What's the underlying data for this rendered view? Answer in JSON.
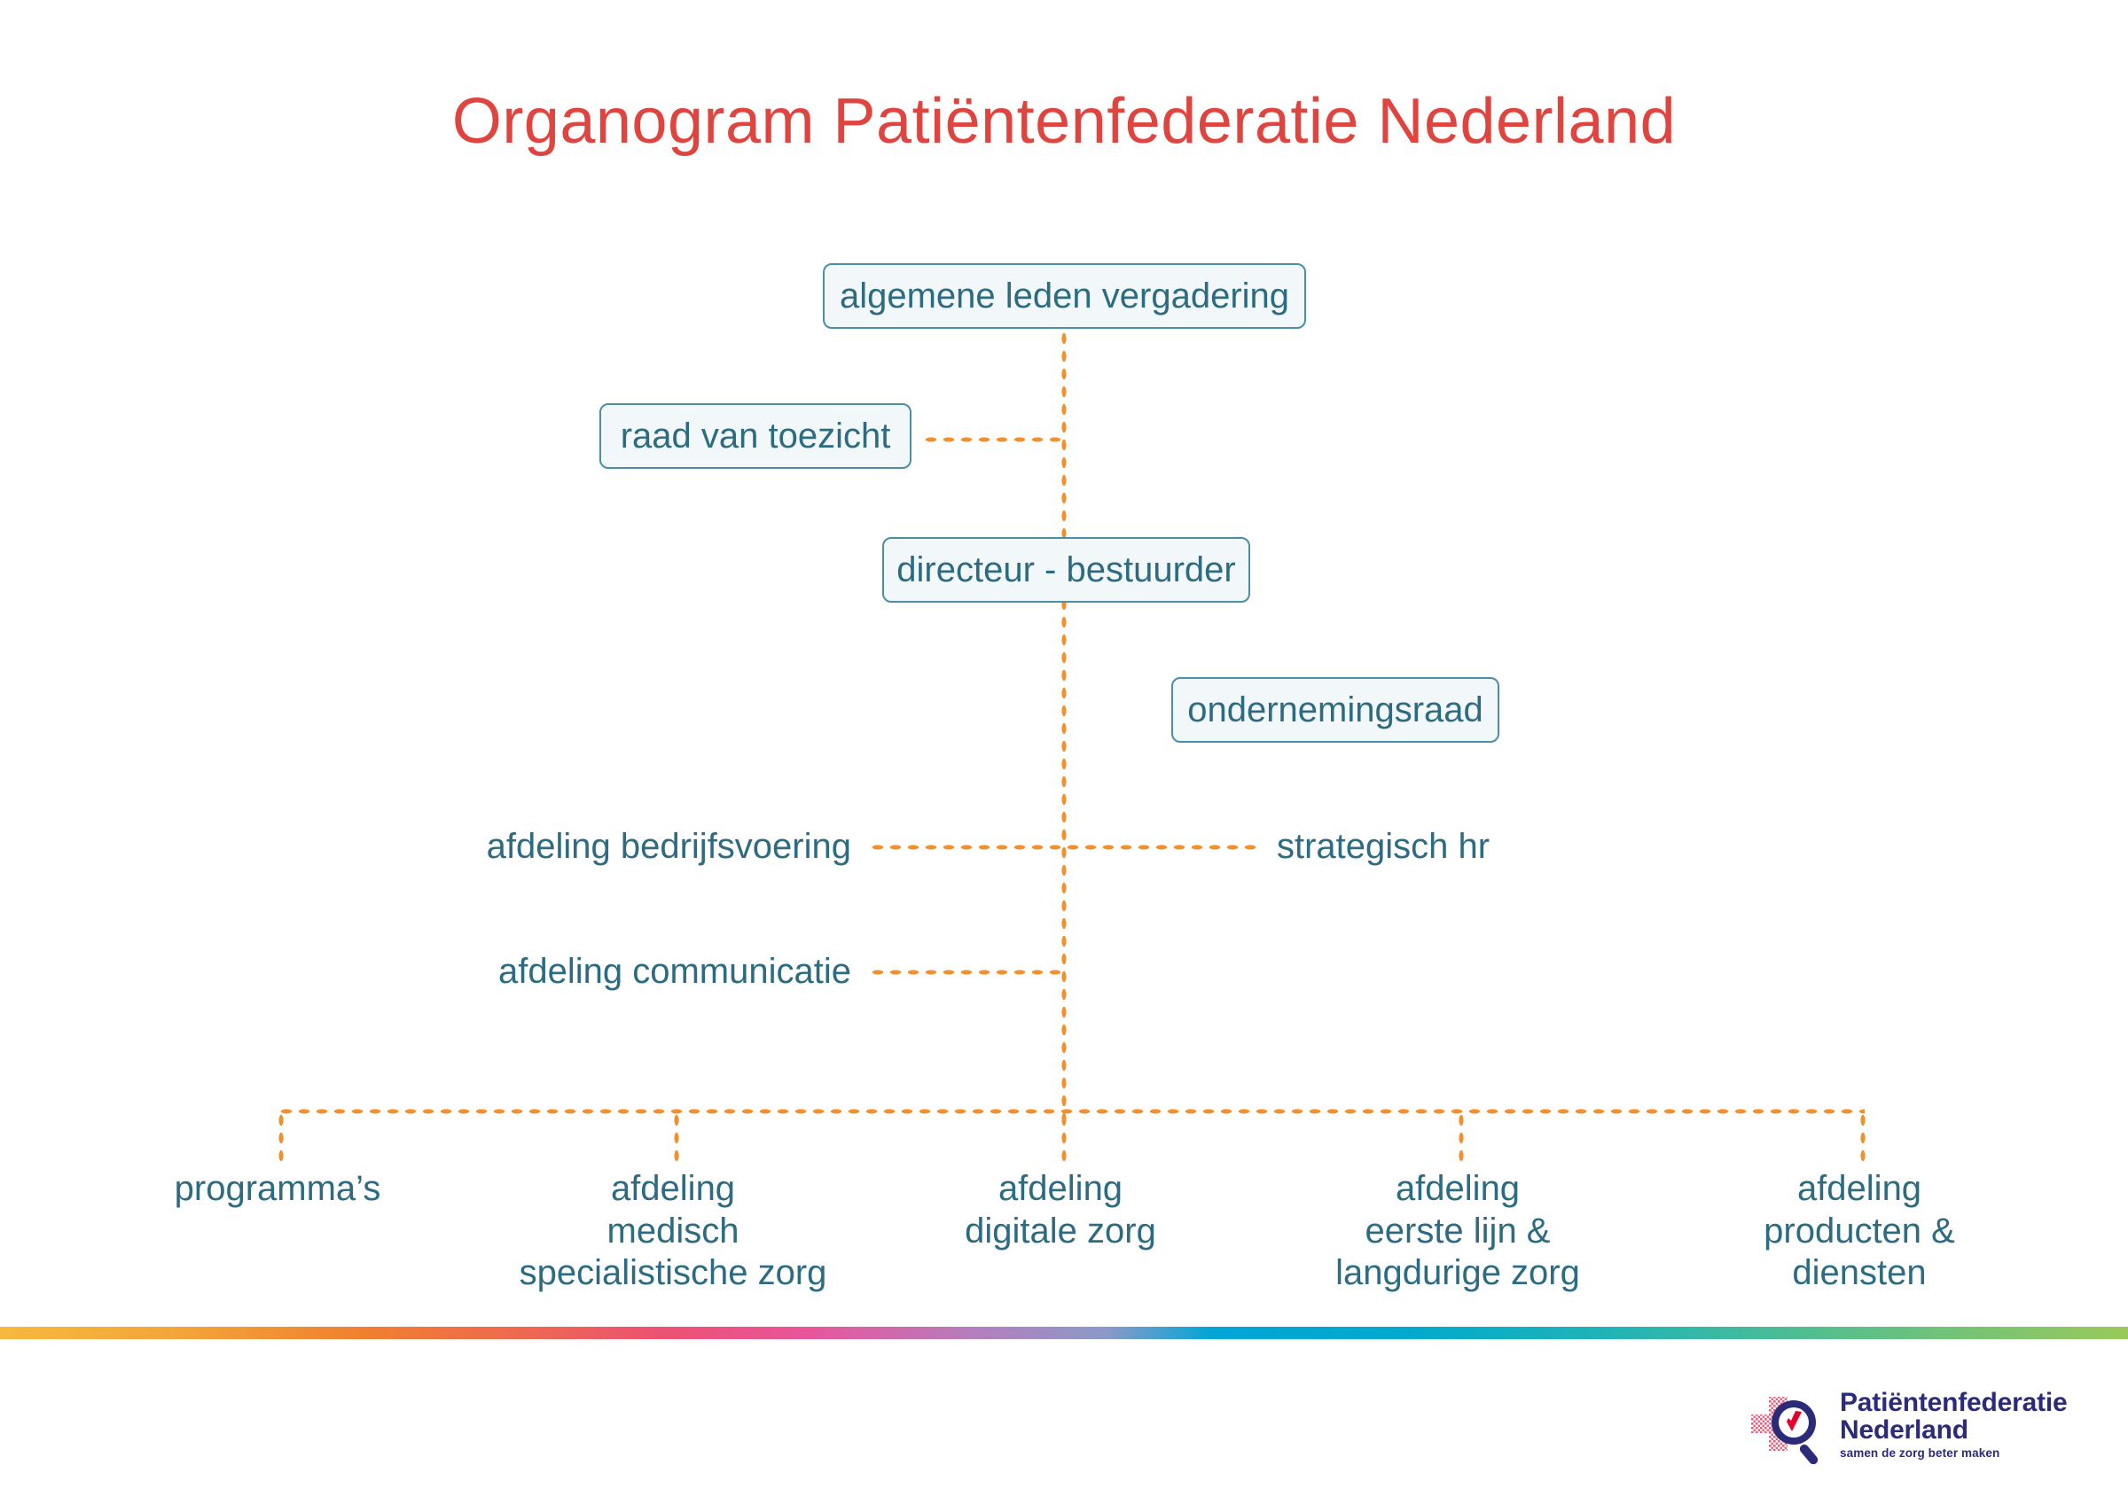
{
  "title": "Organogram Patiëntenfederatie Nederland",
  "colors": {
    "title": "#e0443f",
    "node_text": "#2c6b80",
    "node_fill": "#f2f7f9",
    "node_border": "#4a8fa3",
    "connector": "#f2902c",
    "logo_navy": "#2b2b7a",
    "logo_red": "#e4002b"
  },
  "chart_data": {
    "type": "diagram",
    "title": "Organogram Patiëntenfederatie Nederland",
    "nodes": [
      {
        "id": "alv",
        "label": "algemene leden vergadering",
        "style": "box"
      },
      {
        "id": "rvt",
        "label": "raad van toezicht",
        "style": "box"
      },
      {
        "id": "directeur",
        "label": "directeur - bestuurder",
        "style": "box"
      },
      {
        "id": "or",
        "label": "ondernemingsraad",
        "style": "box"
      },
      {
        "id": "bedrijfsvoering",
        "label": "afdeling bedrijfsvoering",
        "style": "text"
      },
      {
        "id": "hr",
        "label": "strategisch hr",
        "style": "text"
      },
      {
        "id": "communicatie",
        "label": "afdeling communicatie",
        "style": "text"
      },
      {
        "id": "programmas",
        "label": "programma’s",
        "style": "text"
      },
      {
        "id": "medisch",
        "label": "afdeling\nmedisch\nspecialistische zorg",
        "style": "text"
      },
      {
        "id": "digitale",
        "label": "afdeling\ndigitale zorg",
        "style": "text"
      },
      {
        "id": "eerstelijn",
        "label": "afdeling\neerste lijn &\nlangdurige zorg",
        "style": "text"
      },
      {
        "id": "producten",
        "label": "afdeling\nproducten &\ndiensten",
        "style": "text"
      }
    ],
    "edges": [
      {
        "from": "alv",
        "to": "rvt",
        "style": "dotted"
      },
      {
        "from": "alv",
        "to": "directeur",
        "style": "dotted"
      },
      {
        "from": "directeur",
        "to": "bedrijfsvoering",
        "style": "dotted"
      },
      {
        "from": "directeur",
        "to": "hr",
        "style": "dotted"
      },
      {
        "from": "directeur",
        "to": "communicatie",
        "style": "dotted"
      },
      {
        "from": "directeur",
        "to": "programmas",
        "style": "dotted"
      },
      {
        "from": "directeur",
        "to": "medisch",
        "style": "dotted"
      },
      {
        "from": "directeur",
        "to": "digitale",
        "style": "dotted"
      },
      {
        "from": "directeur",
        "to": "eerstelijn",
        "style": "dotted"
      },
      {
        "from": "directeur",
        "to": "producten",
        "style": "dotted"
      }
    ]
  },
  "nodes": {
    "alv": "algemene leden vergadering",
    "rvt": "raad van toezicht",
    "directeur": "directeur - bestuurder",
    "or": "ondernemingsraad",
    "bedrijfsvoering": "afdeling bedrijfsvoering",
    "hr": "strategisch hr",
    "communicatie": "afdeling communicatie",
    "programmas": "programma’s",
    "medisch": "afdeling\nmedisch\nspecialistische zorg",
    "digitale": "afdeling\ndigitale zorg",
    "eerstelijn": "afdeling\neerste lijn &\nlangdurige zorg",
    "producten": "afdeling\nproducten &\ndiensten"
  },
  "logo": {
    "line1": "Patiëntenfederatie",
    "line2": "Nederland",
    "tagline": "samen de zorg beter maken"
  }
}
